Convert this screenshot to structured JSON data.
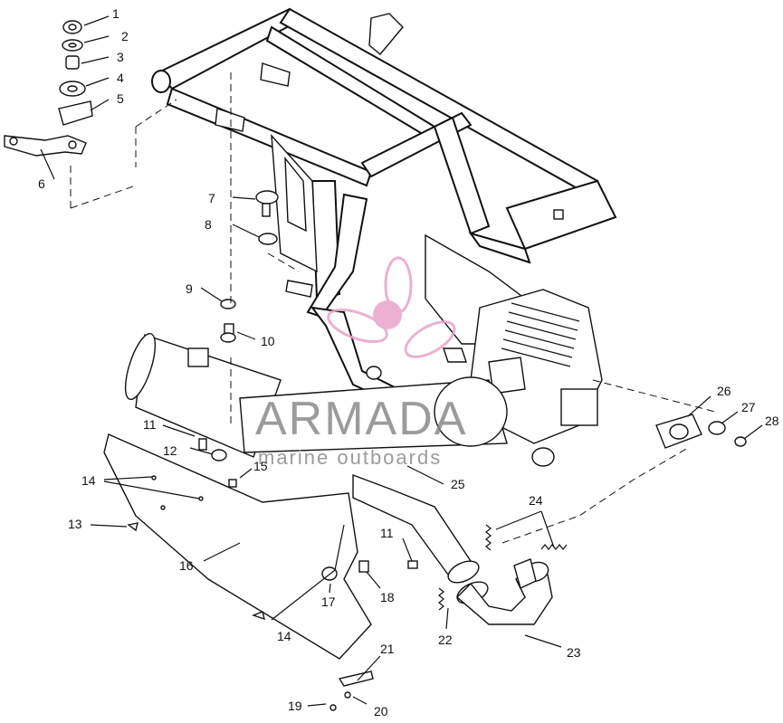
{
  "colors": {
    "ink": "#111111",
    "watermark_gray": "#8a8a8a",
    "watermark_pink": "#e9a3c9"
  },
  "watermark": {
    "brand": "ARMADA",
    "tagline": "marine outboards"
  },
  "callouts": [
    {
      "id": "c1",
      "label": "1"
    },
    {
      "id": "c2",
      "label": "2"
    },
    {
      "id": "c3",
      "label": "3"
    },
    {
      "id": "c4",
      "label": "4"
    },
    {
      "id": "c5",
      "label": "5"
    },
    {
      "id": "c6",
      "label": "6"
    },
    {
      "id": "c7",
      "label": "7"
    },
    {
      "id": "c8",
      "label": "8"
    },
    {
      "id": "c9",
      "label": "9"
    },
    {
      "id": "c10",
      "label": "10"
    },
    {
      "id": "c11a",
      "label": "11"
    },
    {
      "id": "c11b",
      "label": "11"
    },
    {
      "id": "c12",
      "label": "12"
    },
    {
      "id": "c13",
      "label": "13"
    },
    {
      "id": "c14a",
      "label": "14"
    },
    {
      "id": "c14b",
      "label": "14"
    },
    {
      "id": "c15",
      "label": "15"
    },
    {
      "id": "c16",
      "label": "16"
    },
    {
      "id": "c17",
      "label": "17"
    },
    {
      "id": "c18",
      "label": "18"
    },
    {
      "id": "c19",
      "label": "19"
    },
    {
      "id": "c20",
      "label": "20"
    },
    {
      "id": "c21",
      "label": "21"
    },
    {
      "id": "c22",
      "label": "22"
    },
    {
      "id": "c23",
      "label": "23"
    },
    {
      "id": "c24",
      "label": "24"
    },
    {
      "id": "c25",
      "label": "25"
    },
    {
      "id": "c26",
      "label": "26"
    },
    {
      "id": "c27",
      "label": "27"
    },
    {
      "id": "c28",
      "label": "28"
    }
  ]
}
